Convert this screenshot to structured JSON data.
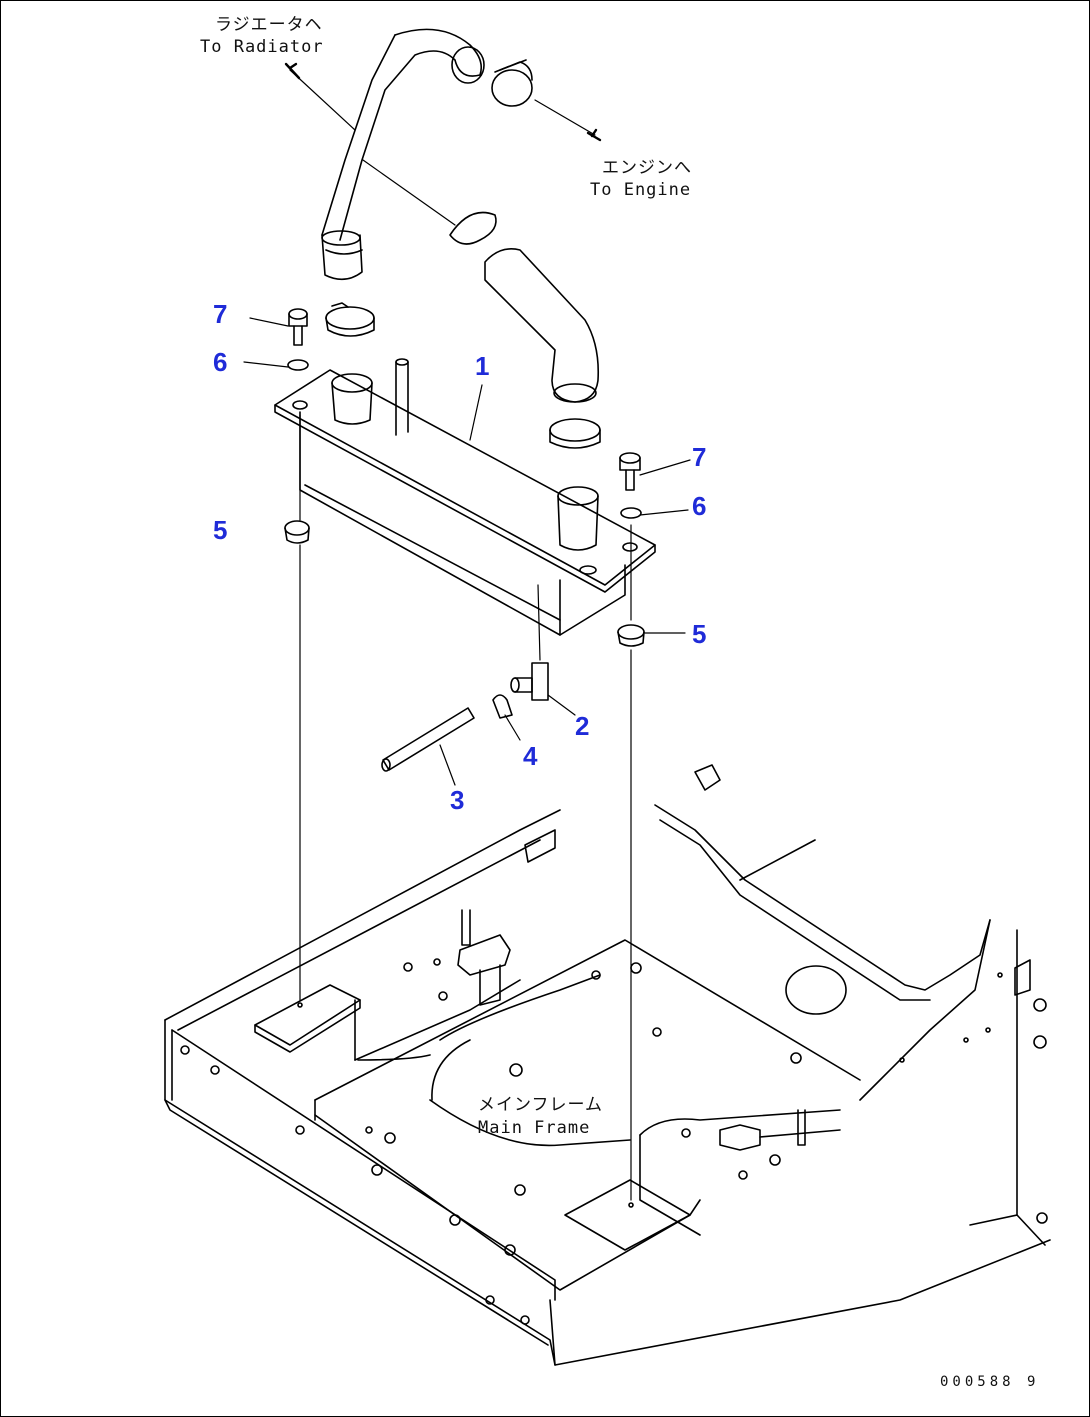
{
  "annotations": {
    "radiator_jp": "ラジエータヘ",
    "radiator_en": "To Radiator",
    "engine_jp": "エンジンへ",
    "engine_en": "To Engine",
    "frame_jp": "メインフレーム",
    "frame_en": "Main Frame"
  },
  "callouts": [
    {
      "id": "c1",
      "label": "1"
    },
    {
      "id": "c2",
      "label": "2"
    },
    {
      "id": "c3",
      "label": "3"
    },
    {
      "id": "c4",
      "label": "4"
    },
    {
      "id": "c5a",
      "label": "5"
    },
    {
      "id": "c5b",
      "label": "5"
    },
    {
      "id": "c6a",
      "label": "6"
    },
    {
      "id": "c6b",
      "label": "6"
    },
    {
      "id": "c7a",
      "label": "7"
    },
    {
      "id": "c7b",
      "label": "7"
    }
  ],
  "drawing_code": "000588 9",
  "colors": {
    "line": "#000000",
    "callout": "#1f2bd8",
    "background": "#ffffff"
  }
}
